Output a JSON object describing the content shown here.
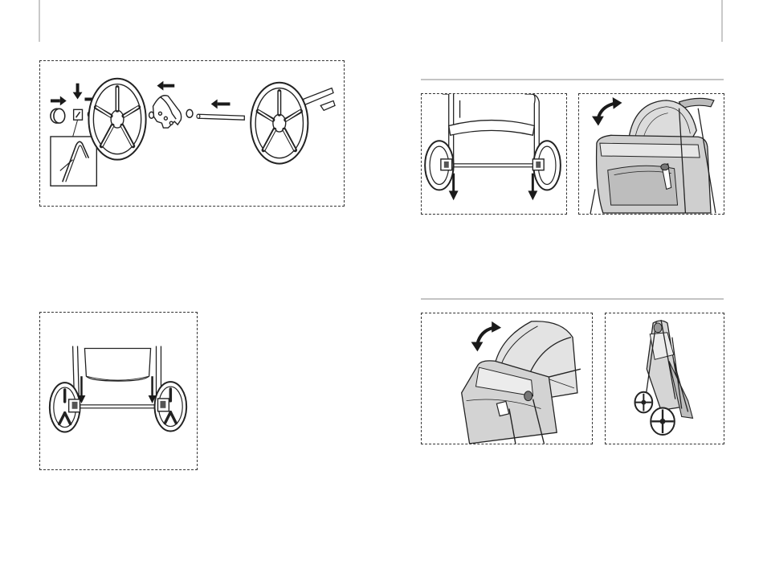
{
  "document": {
    "type": "assembly manual spread",
    "pages": 2,
    "printed_text": ""
  },
  "steps": {
    "left": [
      {
        "id": "rear-wheel-exploded-assembly",
        "icons": [
          "arrow-right-icon",
          "arrow-down-icon",
          "arrow-right-icon",
          "arrow-left-icon",
          "arrow-left-icon"
        ]
      },
      {
        "id": "rear-wheels-attached",
        "icons": [
          "arrow-down-icon",
          "arrow-down-icon"
        ]
      }
    ],
    "right": [
      {
        "id": "press-wheel-brakes",
        "icons": [
          "arrow-down-icon",
          "arrow-down-icon"
        ]
      },
      {
        "id": "open-canopy",
        "icons": [
          "curved-rotate-arrow-icon"
        ]
      },
      {
        "id": "fold-canopy",
        "icons": [
          "curved-rotate-arrow-icon"
        ]
      },
      {
        "id": "folded-stroller",
        "icons": []
      }
    ]
  },
  "colors": {
    "line": "#333333",
    "rule": "#c4c4c4",
    "fabric": "#bdbdbd",
    "arrow": "#1a1a1a"
  }
}
